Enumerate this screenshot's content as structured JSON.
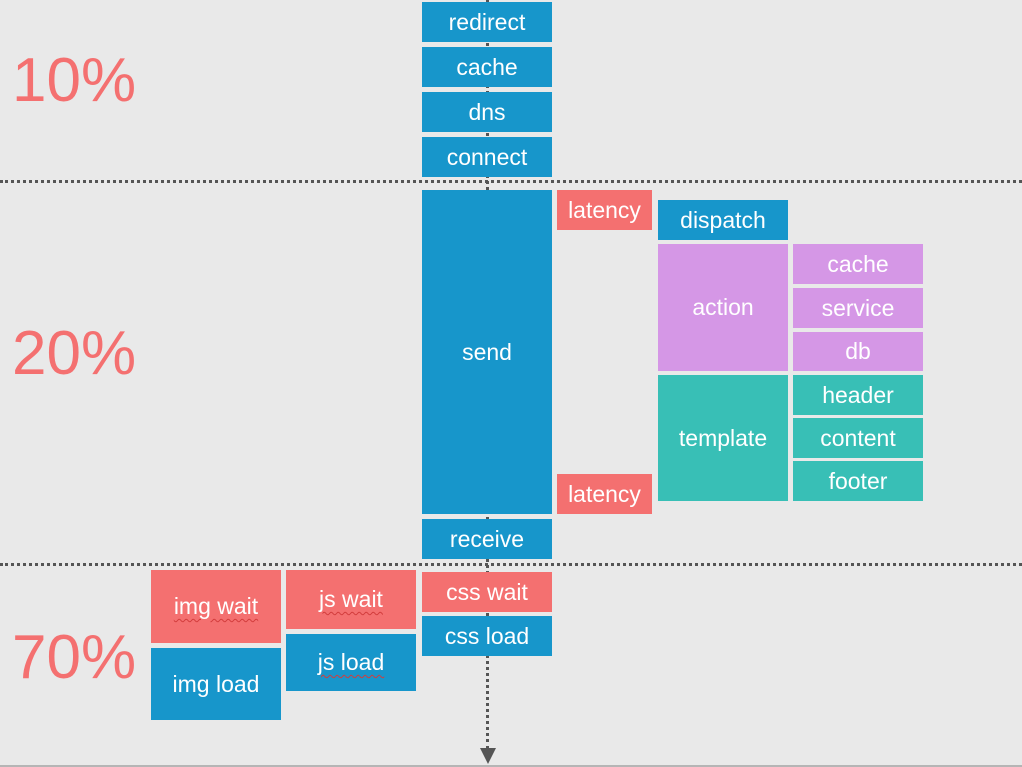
{
  "colors": {
    "blue": "#1796cb",
    "red": "#f47070",
    "purple": "#d597e6",
    "teal": "#38bfb6",
    "percent": "#f47070",
    "background": "#e9e9e9"
  },
  "phases": {
    "p1": "10%",
    "p2": "20%",
    "p3": "70%"
  },
  "nodes": {
    "redirect": "redirect",
    "cache": "cache",
    "dns": "dns",
    "connect": "connect",
    "send": "send",
    "receive": "receive",
    "latency_top": "latency",
    "latency_bottom": "latency",
    "dispatch": "dispatch",
    "action": "action",
    "action_cache": "cache",
    "service": "service",
    "db": "db",
    "template": "template",
    "header": "header",
    "content": "content",
    "footer": "footer",
    "img_wait": "img wait",
    "img_load": "img load",
    "js_wait": "js wait",
    "js_load": "js load",
    "css_wait": "css wait",
    "css_load": "css load"
  }
}
